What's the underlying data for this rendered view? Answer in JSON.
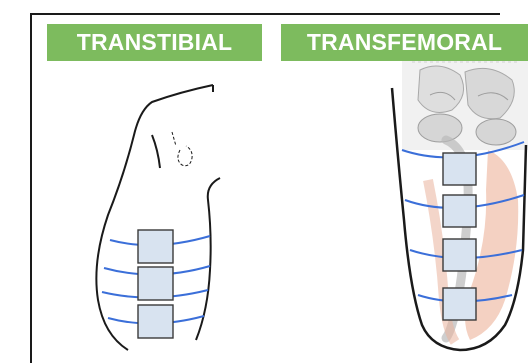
{
  "labels": {
    "transtibial": "TRANSTIBIAL",
    "transfemoral": "TRANSFEMORAL"
  },
  "colors": {
    "label_bg": "#7dbb5e",
    "band_line": "#3b6fd9",
    "electrode_fill": "#d8e3f0",
    "electrode_stroke": "#3a3a3a",
    "outline": "#1a1a1a",
    "muscle": "#eab39a",
    "bone": "#c9c9c9"
  },
  "transtibial": {
    "electrode_count": 3,
    "band_count": 4
  },
  "transfemoral": {
    "electrode_count": 4,
    "band_count": 4
  }
}
